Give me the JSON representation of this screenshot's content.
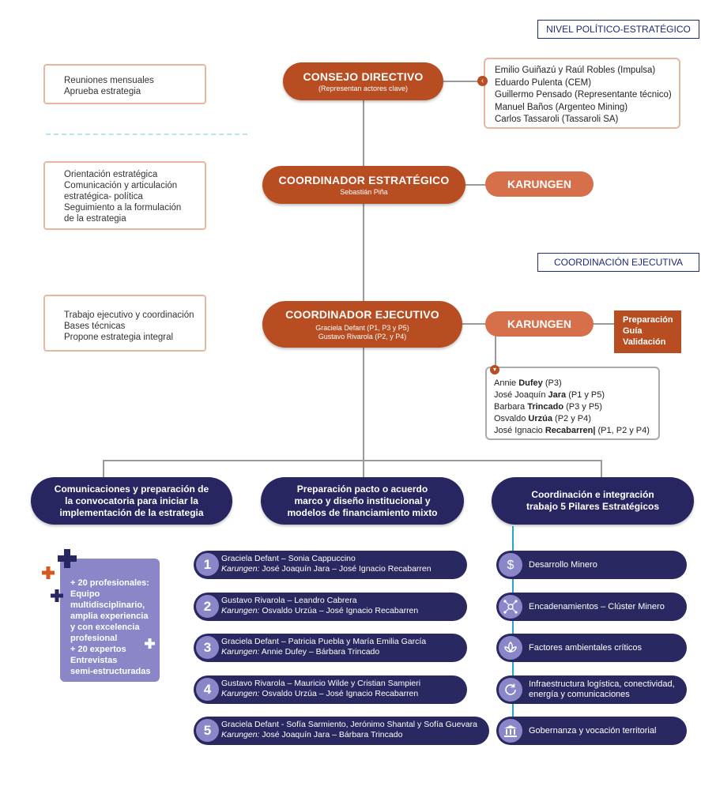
{
  "tags": {
    "nivel": "NIVEL POLÍTICO-ESTRATÉGICO",
    "coordinacion": "COORDINACIÓN EJECUTIVA"
  },
  "notes": {
    "consejo": [
      "Reuniones mensuales",
      "Aprueba estrategia"
    ],
    "estrategico": [
      "Orientación estratégica",
      "Comunicación y articulación",
      "estratégica- política",
      "Seguimiento a la formulación",
      "de la estrategia"
    ],
    "ejecutivo": [
      "Trabajo ejecutivo y coordinación",
      "Bases técnicas",
      "Propone estrategia integral"
    ]
  },
  "consejo": {
    "title": "CONSEJO DIRECTIVO",
    "subtitle": "(Representan actores clave)",
    "members": [
      "Emilio Guiñazú y Raúl Robles (Impulsa)",
      "Eduardo Pulenta (CEM)",
      "Guillermo Pensado (Representante técnico)",
      "Manuel Baños (Argenteo Mining)",
      "Carlos Tassaroli (Tassaroli SA)"
    ]
  },
  "estrategico": {
    "title": "COORDINADOR ESTRATÉGICO",
    "subtitle": "Sebastián Piña",
    "karungen": "KARUNGEN"
  },
  "ejecutivo": {
    "title": "COORDINADOR EJECUTIVO",
    "sub1": "Graciela Defant (P1, P3 y P5)",
    "sub2": "Gustavo Rivarola (P2, y P4)",
    "karungen": "KARUNGEN",
    "tasks": [
      "Preparación",
      "Guía",
      "Validación"
    ],
    "team": [
      {
        "first": "Annie ",
        "last": "Dufey",
        "rest": " (P3)"
      },
      {
        "first": "José Joaquín ",
        "last": "Jara",
        "rest": " (P1 y P5)"
      },
      {
        "first": "Barbara ",
        "last": "Trincado",
        "rest": " (P3 y P5)"
      },
      {
        "first": "Osvaldo ",
        "last": "Urzúa",
        "rest": " (P2 y P4)"
      },
      {
        "first": "José Ignacio ",
        "last": "Recabarren|",
        "rest": " (P1, P2 y P4)"
      }
    ]
  },
  "columns": [
    {
      "lines": [
        "Comunicaciones y preparación de",
        "la convocatoria para  iniciar la",
        "implementación de la estrategia"
      ]
    },
    {
      "lines": [
        "Preparación pacto o acuerdo",
        "marco y diseño institucional y",
        "modelos de financiamiento mixto"
      ]
    },
    {
      "lines": [
        "Coordinación e integración",
        "trabajo 5 Pilares Estratégicos"
      ]
    }
  ],
  "experts": [
    "+ 20 profesionales:",
    "Equipo",
    "multidisciplinario,",
    "amplia experiencia",
    "y con excelencia",
    "profesional",
    "+ 20 expertos",
    "Entrevistas",
    "semi-estructuradas"
  ],
  "teams": [
    {
      "num": "1",
      "line1": "Graciela Defant – Sonia Cappuccino",
      "k": "Karungen:",
      "line2": " José Joaquín Jara – José Ignacio Recabarren"
    },
    {
      "num": "2",
      "line1": "Gustavo Rivarola – Leandro Cabrera",
      "k": "Karungen:",
      "line2": " Osvaldo Urzúa – José Ignacio Recabarren"
    },
    {
      "num": "3",
      "line1": "Graciela Defant – Patricia Puebla y María Emilia García",
      "k": "Karungen:",
      "line2": " Annie Dufey – Bárbara Trincado"
    },
    {
      "num": "4",
      "line1": "Gustavo Rivarola – Mauricio Wilde y Cristian Sampieri",
      "k": "Karungen:",
      "line2": " Osvaldo Urzúa – José Ignacio Recabarren"
    },
    {
      "num": "5",
      "line1": "Graciela Defant - Sofía Sarmiento, Jerónimo Shantal y Sofía Guevara",
      "k": "Karungen:",
      "line2": " José Joaquín Jara – Bárbara Trincado"
    }
  ],
  "pillars": [
    {
      "icon": "dollar-icon",
      "label1": "Desarrollo Minero",
      "label2": ""
    },
    {
      "icon": "network-icon",
      "label1": "Encadenamientos – Clúster Minero",
      "label2": ""
    },
    {
      "icon": "leaf-icon",
      "label1": "Factores ambientales críticos",
      "label2": ""
    },
    {
      "icon": "cycle-icon",
      "label1": "Infraestructura  logística, conectividad,",
      "label2": "energía y comunicaciones"
    },
    {
      "icon": "institution-icon",
      "label1": "Gobernanza y vocación territorial",
      "label2": ""
    }
  ],
  "colors": {
    "rust": "#b84d22",
    "karungen": "#d5704a",
    "navy": "#282660",
    "lavender": "#8a86c8",
    "plus_orange": "#d4581f"
  }
}
